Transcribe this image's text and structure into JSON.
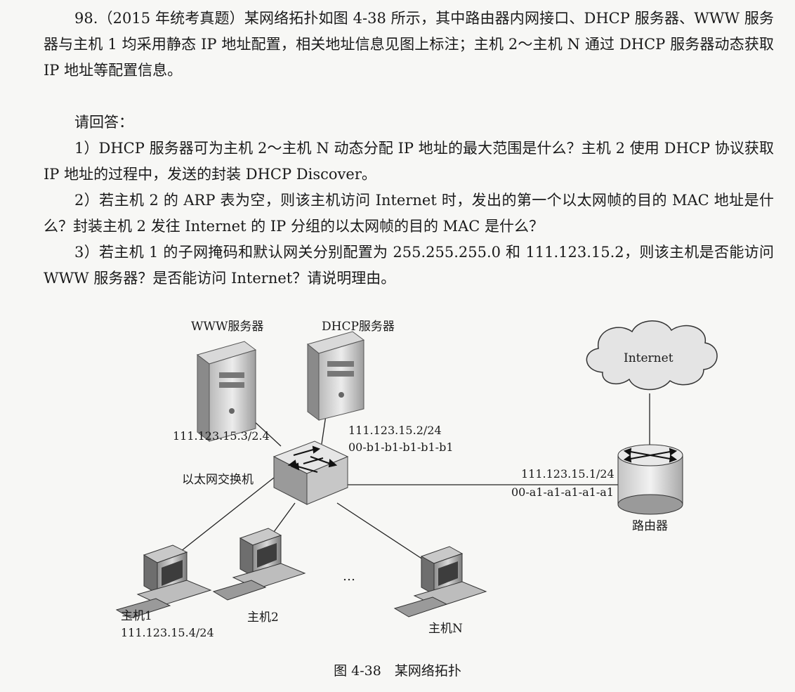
{
  "question": {
    "intro": "98.（2015 年统考真题）某网络拓扑如图 4-38 所示，其中路由器内网接口、DHCP 服务器、WWW 服务器与主机 1 均采用静态 IP 地址配置，相关地址信息见图上标注；主机 2～主机 N 通过 DHCP 服务器动态获取 IP 地址等配置信息。",
    "prompt": "请回答：",
    "q1": "1）DHCP 服务器可为主机 2～主机 N 动态分配 IP 地址的最大范围是什么？主机 2 使用 DHCP 协议获取 IP 地址的过程中，发送的封装 DHCP Discover。",
    "q2": "2）若主机 2 的 ARP 表为空，则该主机访问 Internet 时，发出的第一个以太网帧的目的 MAC 地址是什么？封装主机 2 发往 Internet 的 IP 分组的以太网帧的目的 MAC 是什么？",
    "q3": "3）若主机 1 的子网掩码和默认网关分别配置为 255.255.255.0 和 111.123.15.2，则该主机是否能访问 WWW 服务器？是否能访问 Internet？请说明理由。"
  },
  "figure": {
    "www_server_label": "WWW服务器",
    "dhcp_server_label": "DHCP服务器",
    "internet_label": "Internet",
    "www_ip": "111.123.15.3/2.4",
    "dhcp_ip": "111.123.15.2/24",
    "dhcp_mac": "00-b1-b1-b1-b1-b1",
    "switch_label": "以太网交换机",
    "router_ip": "111.123.15.1/24",
    "router_mac": "00-a1-a1-a1-a1-a1",
    "router_label": "路由器",
    "host1_label": "主机1",
    "host1_ip": "111.123.15.4/24",
    "host2_label": "主机2",
    "hostn_label": "主机N",
    "ellipsis": "…",
    "caption": "图 4-38　某网络拓扑"
  }
}
